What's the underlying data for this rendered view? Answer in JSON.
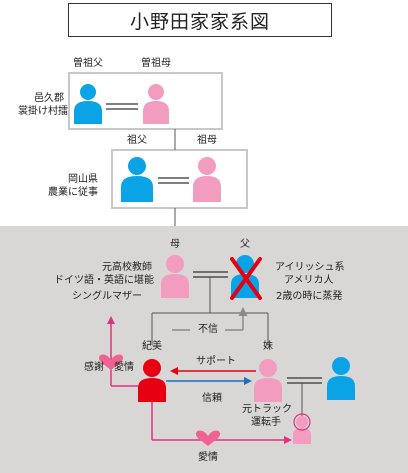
{
  "title": "小野田家家系図",
  "generation1": {
    "great_grandfather": "曽祖父",
    "great_grandmother": "曽祖母",
    "note_line1": "邑久郡",
    "note_line2": "裳掛け村擂"
  },
  "generation2": {
    "grandfather": "祖父",
    "grandmother": "祖母",
    "note_line1": "岡山県",
    "note_line2": "農業に従事"
  },
  "generation3": {
    "mother": "母",
    "father": "父",
    "mother_note_line1": "元高校教師",
    "mother_note_line2": "ドイツ語・英語に堪能",
    "mother_note_line3": "シングルマザー",
    "father_note_line1": "アイリッシュ系",
    "father_note_line2": "アメリカ人",
    "father_note_line3": "2歳の時に蒸発",
    "distrust": "不信"
  },
  "generation4": {
    "self": "紀美",
    "sister": "妹",
    "support": "サポート",
    "trust": "信頼",
    "sister_note_line1": "元トラック",
    "sister_note_line2": "運転手",
    "thanks": "感謝",
    "love_parent": "愛情",
    "love_child": "愛情"
  },
  "colors": {
    "male": "#0aa3e6",
    "female": "#f29cbf",
    "self": "#e60012",
    "cross": "#e60012",
    "love_arrow": "#e5307d",
    "trust_arrow": "#1f6ebf",
    "support_arrow": "#e60012",
    "distrust_arrow": "#8a8a8a",
    "highlight_area": "#d9d7d6"
  }
}
